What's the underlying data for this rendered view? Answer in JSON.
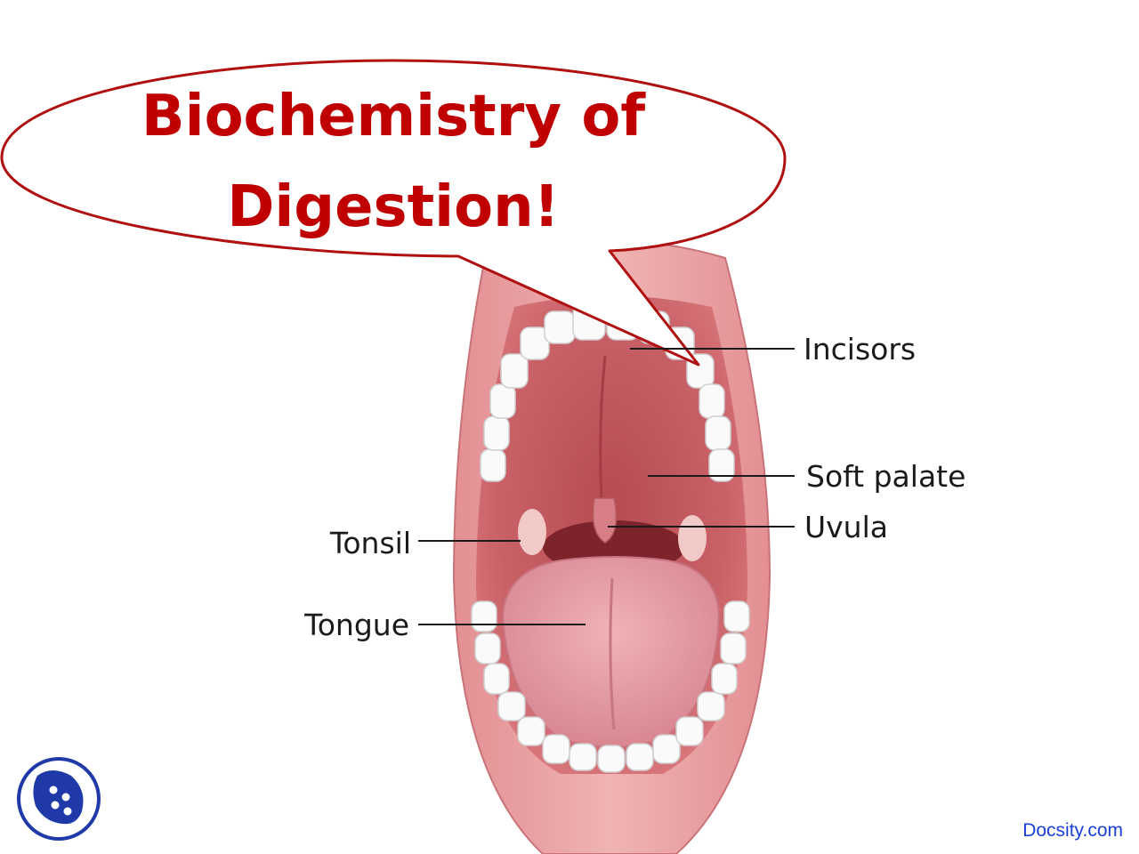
{
  "title": {
    "line1": "Biochemistry of",
    "line2": "Digestion!"
  },
  "labels": {
    "incisors": "Incisors",
    "soft_palate": "Soft palate",
    "uvula": "Uvula",
    "tonsil": "Tonsil",
    "tongue": "Tongue"
  },
  "watermark": "Docsity.com",
  "colors": {
    "title": "#c00000",
    "bubble_outline": "#b01010",
    "lip": "#e9999c",
    "tongue": "#e79aa2",
    "watermark": "#1a3fd6",
    "logo": "#1f3aa8"
  },
  "icons": {
    "logo": "docsity-logo-icon"
  }
}
